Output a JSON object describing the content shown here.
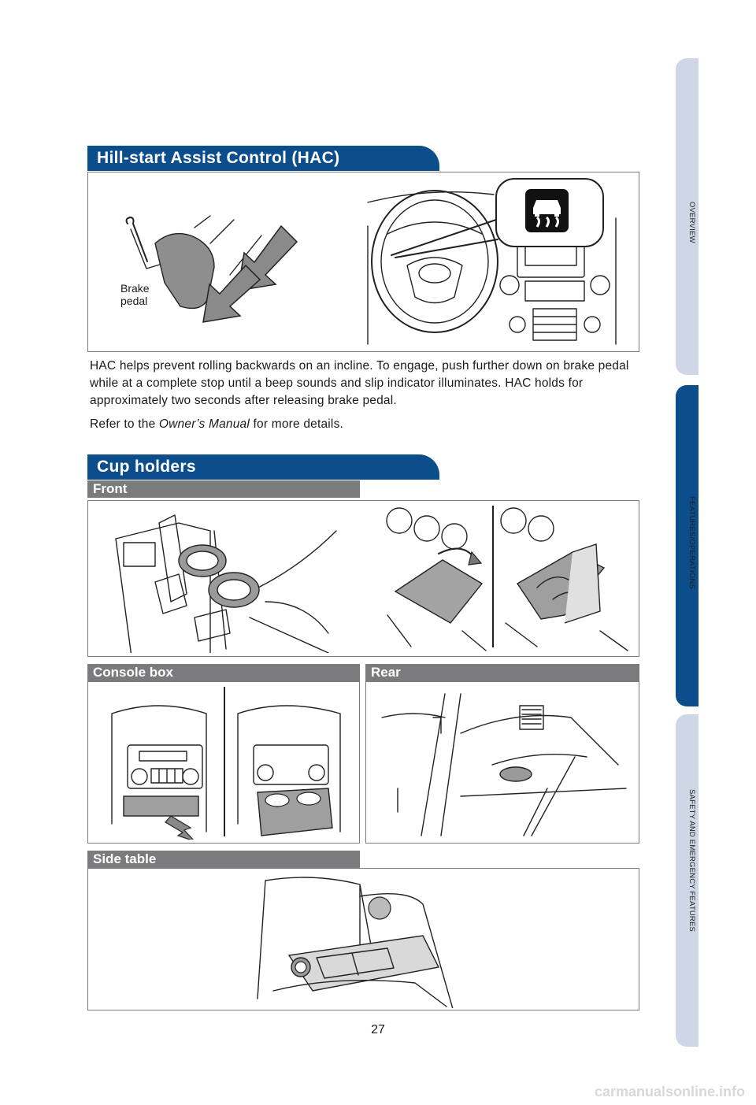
{
  "sections": {
    "hac": {
      "title": "Hill-start Assist Control (HAC)",
      "brake_label_line1": "Brake",
      "brake_label_line2": "pedal",
      "body": "HAC helps prevent rolling backwards on an incline. To engage, push further down on brake pedal while at a complete stop until a beep sounds and slip indicator illuminates. HAC holds for approximately two seconds after releasing brake pedal.",
      "refer_prefix": "Refer to the ",
      "refer_manual": "Owner’s Manual",
      "refer_suffix": " for more details."
    },
    "cup_holders": {
      "title": "Cup holders",
      "front_label": "Front",
      "console_label": "Console box",
      "rear_label": "Rear",
      "side_table_label": "Side table"
    }
  },
  "side_tabs": [
    {
      "label": "OVERVIEW",
      "active": false
    },
    {
      "label": "FEATURES/OPERATIONS",
      "active": true
    },
    {
      "label": "SAFETY AND EMERGENCY FEATURES",
      "active": false
    }
  ],
  "page_number": "27",
  "watermark": "carmanualsonline.info",
  "colors": {
    "header_blue": "#0c4d8c",
    "sub_gray": "#7b7b7d",
    "tab_light": "#cfd6e5"
  }
}
